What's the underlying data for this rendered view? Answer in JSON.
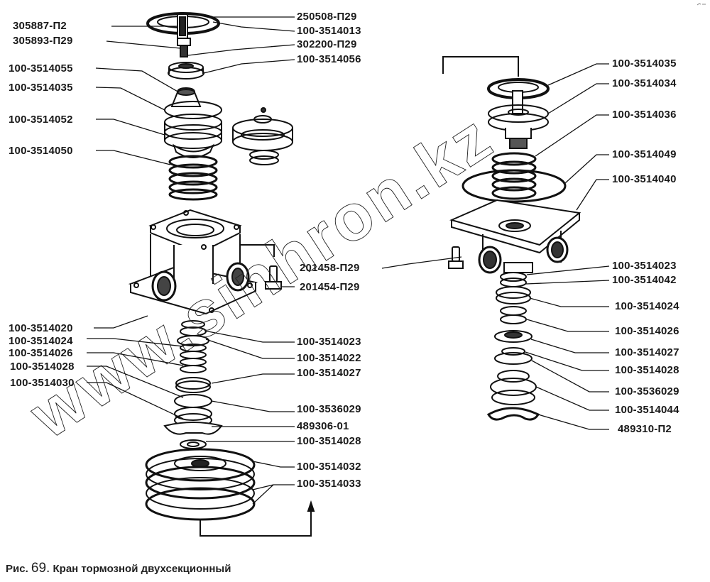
{
  "figure": {
    "caption_prefix": "Рис.",
    "caption_number": "69.",
    "caption_title": "Кран тормозной двухсекционный",
    "watermark": "www.sinhron.kz"
  },
  "left_assembly": {
    "labels_left": [
      {
        "id": "l1",
        "text": "305887-П2"
      },
      {
        "id": "l2",
        "text": "305893-П29"
      },
      {
        "id": "l3",
        "text": "100-3514055"
      },
      {
        "id": "l4",
        "text": "100-3514035"
      },
      {
        "id": "l5",
        "text": "100-3514052"
      },
      {
        "id": "l6",
        "text": "100-3514050"
      },
      {
        "id": "l7",
        "text": "100-3514020"
      },
      {
        "id": "l8",
        "text": "100-3514024"
      },
      {
        "id": "l9",
        "text": "100-3514026"
      },
      {
        "id": "l10",
        "text": "100-3514028"
      },
      {
        "id": "l11",
        "text": "100-3514030"
      }
    ],
    "labels_right": [
      {
        "id": "r1",
        "text": "250508-П29"
      },
      {
        "id": "r2",
        "text": "100-3514013"
      },
      {
        "id": "r3",
        "text": "302200-П29"
      },
      {
        "id": "r4",
        "text": "100-3514056"
      },
      {
        "id": "r5",
        "text": "201458-П29"
      },
      {
        "id": "r6",
        "text": "201454-П29"
      },
      {
        "id": "r7",
        "text": "100-3514023"
      },
      {
        "id": "r8",
        "text": "100-3514022"
      },
      {
        "id": "r9",
        "text": "100-3514027"
      },
      {
        "id": "r10",
        "text": "100-3536029"
      },
      {
        "id": "r11",
        "text": "489306-01"
      },
      {
        "id": "r12",
        "text": "100-3514028"
      },
      {
        "id": "r13",
        "text": "100-3514032"
      },
      {
        "id": "r14",
        "text": "100-3514033"
      }
    ]
  },
  "right_assembly": {
    "labels": [
      {
        "id": "p1",
        "text": "100-3514035"
      },
      {
        "id": "p2",
        "text": "100-3514034"
      },
      {
        "id": "p3",
        "text": "100-3514036"
      },
      {
        "id": "p4",
        "text": "100-3514049"
      },
      {
        "id": "p5",
        "text": "100-3514040"
      },
      {
        "id": "p6",
        "text": "100-3514023"
      },
      {
        "id": "p7",
        "text": "100-3514042"
      },
      {
        "id": "p8",
        "text": "100-3514024"
      },
      {
        "id": "p9",
        "text": "100-3514026"
      },
      {
        "id": "p10",
        "text": "100-3514027"
      },
      {
        "id": "p11",
        "text": "100-3514028"
      },
      {
        "id": "p12",
        "text": "100-3536029"
      },
      {
        "id": "p13",
        "text": "100-3514044"
      },
      {
        "id": "p14",
        "text": "489310-П2"
      }
    ]
  }
}
